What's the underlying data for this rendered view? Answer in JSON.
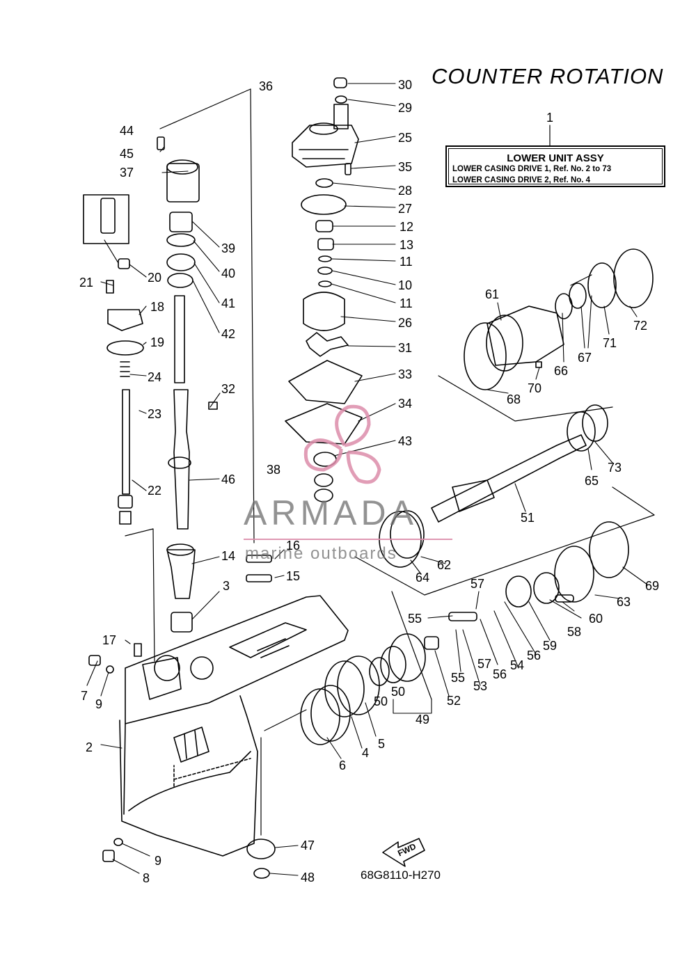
{
  "heading": "COUNTER ROTATION",
  "assembly_box": {
    "ref": "1",
    "title": "LOWER UNIT ASSY",
    "line1": "LOWER CASING DRIVE 1,  Ref. No. 2 to 73",
    "line2": "LOWER CASING DRIVE 2,  Ref. No. 4"
  },
  "diagram_code": "68G8110-H270",
  "fwd_label": "FWD",
  "watermark": {
    "brand": "ARMADA",
    "tagline": "marine outboards"
  },
  "callouts": [
    {
      "id": "c-2",
      "label": "2"
    },
    {
      "id": "c-3",
      "label": "3"
    },
    {
      "id": "c-4",
      "label": "4"
    },
    {
      "id": "c-5",
      "label": "5"
    },
    {
      "id": "c-6",
      "label": "6"
    },
    {
      "id": "c-7",
      "label": "7"
    },
    {
      "id": "c-8",
      "label": "8"
    },
    {
      "id": "c-9a",
      "label": "9"
    },
    {
      "id": "c-9b",
      "label": "9"
    },
    {
      "id": "c-10",
      "label": "10"
    },
    {
      "id": "c-11a",
      "label": "11"
    },
    {
      "id": "c-11b",
      "label": "11"
    },
    {
      "id": "c-12",
      "label": "12"
    },
    {
      "id": "c-13",
      "label": "13"
    },
    {
      "id": "c-14",
      "label": "14"
    },
    {
      "id": "c-15",
      "label": "15"
    },
    {
      "id": "c-16",
      "label": "16"
    },
    {
      "id": "c-17",
      "label": "17"
    },
    {
      "id": "c-18",
      "label": "18"
    },
    {
      "id": "c-19",
      "label": "19"
    },
    {
      "id": "c-20",
      "label": "20"
    },
    {
      "id": "c-21",
      "label": "21"
    },
    {
      "id": "c-22",
      "label": "22"
    },
    {
      "id": "c-23",
      "label": "23"
    },
    {
      "id": "c-24",
      "label": "24"
    },
    {
      "id": "c-25",
      "label": "25"
    },
    {
      "id": "c-26",
      "label": "26"
    },
    {
      "id": "c-27",
      "label": "27"
    },
    {
      "id": "c-28",
      "label": "28"
    },
    {
      "id": "c-29",
      "label": "29"
    },
    {
      "id": "c-30",
      "label": "30"
    },
    {
      "id": "c-31",
      "label": "31"
    },
    {
      "id": "c-32",
      "label": "32"
    },
    {
      "id": "c-33",
      "label": "33"
    },
    {
      "id": "c-34",
      "label": "34"
    },
    {
      "id": "c-35",
      "label": "35"
    },
    {
      "id": "c-36",
      "label": "36"
    },
    {
      "id": "c-37",
      "label": "37"
    },
    {
      "id": "c-38",
      "label": "38"
    },
    {
      "id": "c-39",
      "label": "39"
    },
    {
      "id": "c-40",
      "label": "40"
    },
    {
      "id": "c-41",
      "label": "41"
    },
    {
      "id": "c-42",
      "label": "42"
    },
    {
      "id": "c-43",
      "label": "43"
    },
    {
      "id": "c-44",
      "label": "44"
    },
    {
      "id": "c-45",
      "label": "45"
    },
    {
      "id": "c-46",
      "label": "46"
    },
    {
      "id": "c-47",
      "label": "47"
    },
    {
      "id": "c-48",
      "label": "48"
    },
    {
      "id": "c-49",
      "label": "49"
    },
    {
      "id": "c-50a",
      "label": "50"
    },
    {
      "id": "c-50b",
      "label": "50"
    },
    {
      "id": "c-51",
      "label": "51"
    },
    {
      "id": "c-52",
      "label": "52"
    },
    {
      "id": "c-53",
      "label": "53"
    },
    {
      "id": "c-54",
      "label": "54"
    },
    {
      "id": "c-55a",
      "label": "55"
    },
    {
      "id": "c-55b",
      "label": "55"
    },
    {
      "id": "c-56a",
      "label": "56"
    },
    {
      "id": "c-56b",
      "label": "56"
    },
    {
      "id": "c-57a",
      "label": "57"
    },
    {
      "id": "c-57b",
      "label": "57"
    },
    {
      "id": "c-58",
      "label": "58"
    },
    {
      "id": "c-59",
      "label": "59"
    },
    {
      "id": "c-60",
      "label": "60"
    },
    {
      "id": "c-61",
      "label": "61"
    },
    {
      "id": "c-62",
      "label": "62"
    },
    {
      "id": "c-63",
      "label": "63"
    },
    {
      "id": "c-64",
      "label": "64"
    },
    {
      "id": "c-65",
      "label": "65"
    },
    {
      "id": "c-66",
      "label": "66"
    },
    {
      "id": "c-67",
      "label": "67"
    },
    {
      "id": "c-68",
      "label": "68"
    },
    {
      "id": "c-69",
      "label": "69"
    },
    {
      "id": "c-70",
      "label": "70"
    },
    {
      "id": "c-71",
      "label": "71"
    },
    {
      "id": "c-72",
      "label": "72"
    },
    {
      "id": "c-73",
      "label": "73"
    }
  ],
  "colors": {
    "line": "#000000",
    "watermark_text": "#6e6e6e",
    "watermark_accent": "#dc8caa"
  }
}
